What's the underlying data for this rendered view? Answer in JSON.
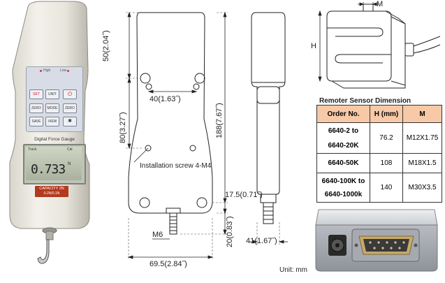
{
  "gauge": {
    "indicator_high": "High",
    "indicator_low": "Low",
    "buttons": [
      {
        "label": "SET"
      },
      {
        "label": "UNIT"
      },
      {
        "label": "⏻"
      },
      {
        "label": "ZERO"
      },
      {
        "label": "MODE"
      },
      {
        "label": "ZERO"
      },
      {
        "label": "SAVE"
      },
      {
        "label": "VIEW"
      },
      {
        "label": "✱"
      }
    ],
    "title": "Digital Force Gauge",
    "display_top_left": "Track",
    "display_top_right": "Cal",
    "display_value": "0.733",
    "display_unit": "N",
    "capacity_label": "CAPACITY 2N",
    "sub_label": "0-2N/0.1N"
  },
  "dimensions": {
    "height_top": "50(2.04˝)",
    "hole_spacing": "40(1.63˝)",
    "height_mid": "80(3.27˝)",
    "height_total": "188(7.67˝)",
    "installation_screw": "Installation screw 4-M4",
    "bottom_gap": "17.5(0.71˝)",
    "hook_length": "20(0.83˝)",
    "thread": "M6",
    "width": "69.5(2.84˝)",
    "depth": "41(1.67˝)"
  },
  "sensor": {
    "label_m": "M",
    "label_h": "H",
    "table_title": "Remoter Sensor Dimension",
    "headers": [
      "Order No.",
      "H (mm)",
      "M"
    ],
    "rows": [
      {
        "order": [
          "6640-2   to",
          "6640-20K"
        ],
        "h": "76.2",
        "m": "M12X1.75"
      },
      {
        "order": [
          "6640-50K"
        ],
        "h": "108",
        "m": "M18X1.5"
      },
      {
        "order": [
          "6640-100K to",
          "6640-1000k"
        ],
        "h": "140",
        "m": "M30X3.5"
      }
    ]
  },
  "unit_note": "Unit: mm"
}
